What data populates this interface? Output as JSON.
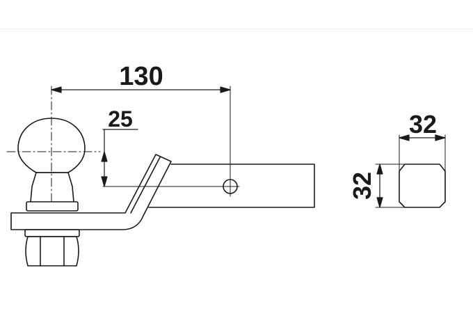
{
  "drawing": {
    "line_color": "#1a1a1a",
    "background": "#ffffff",
    "dimensions": {
      "overall_length": "130",
      "drop_offset": "25",
      "shank_width": "32",
      "shank_height": "32"
    }
  }
}
